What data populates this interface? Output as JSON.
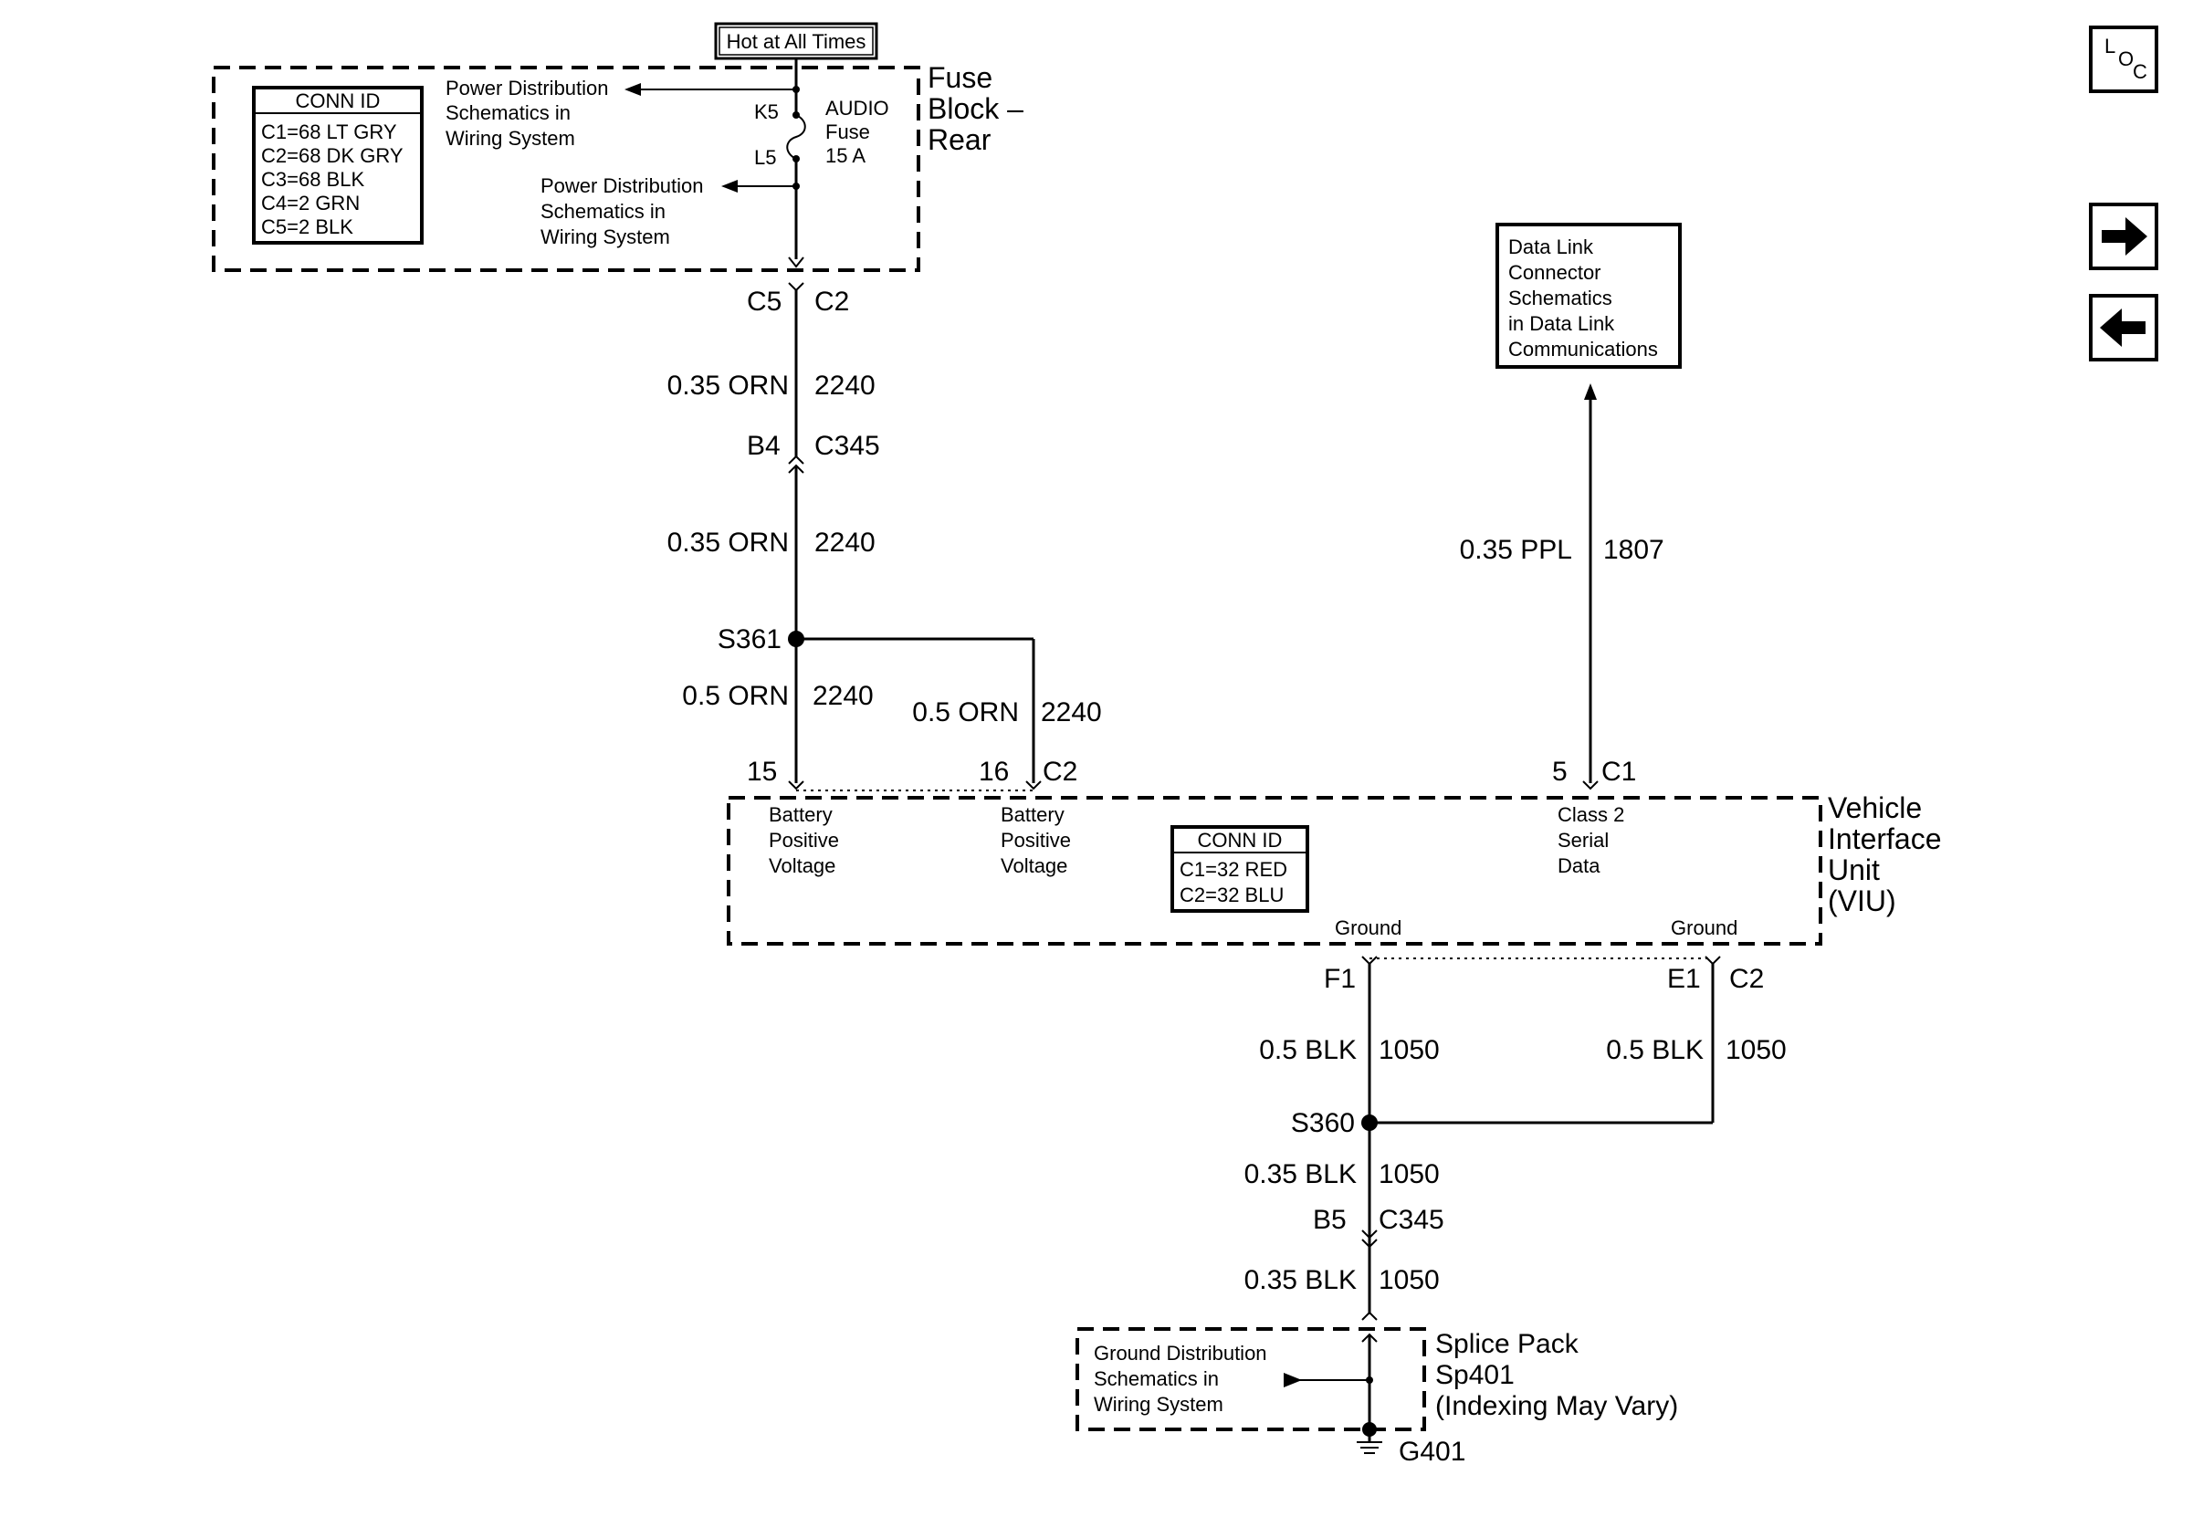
{
  "nav": {
    "loc_l": "L",
    "loc_o": "O",
    "loc_c": "C",
    "forward_icon": "arrow-right-icon",
    "back_icon": "arrow-left-icon"
  },
  "fuse_block": {
    "hot_label": "Hot at All Times",
    "title": [
      "Fuse",
      "Block –",
      "Rear"
    ],
    "conn_title": "CONN ID",
    "conn_items": [
      "C1=68 LT GRY",
      "C2=68 DK GRY",
      "C3=68 BLK",
      "C4=2 GRN",
      "C5=2 BLK"
    ],
    "power_ref_1": [
      "Power Distribution",
      "Schematics in",
      "Wiring System"
    ],
    "power_ref_2": [
      "Power Distribution",
      "Schematics in",
      "Wiring System"
    ],
    "pin_top": "K5",
    "pin_bottom": "L5",
    "fuse_label": [
      "AUDIO",
      "Fuse",
      "15 A"
    ]
  },
  "wires": {
    "c5": "C5",
    "c2": "C2",
    "w1_gauge": "0.35 ORN",
    "w1_circuit": "2240",
    "b4": "B4",
    "c345_top": "C345",
    "w2_gauge": "0.35 ORN",
    "w2_circuit": "2240",
    "s361": "S361",
    "w3_gauge": "0.5 ORN",
    "w3_circuit": "2240",
    "w4_gauge": "0.5 ORN",
    "w4_circuit": "2240",
    "pin15": "15",
    "pin16": "16",
    "c2_viu": "C2",
    "pin5": "5",
    "c1_viu": "C1",
    "w5_gauge": "0.35 PPL",
    "w5_circuit": "1807",
    "f1": "F1",
    "e1": "E1",
    "c2_ground": "C2",
    "w6_gauge": "0.5 BLK",
    "w6_circuit": "1050",
    "w7_gauge": "0.5 BLK",
    "w7_circuit": "1050",
    "s360": "S360",
    "w8_gauge": "0.35 BLK",
    "w8_circuit": "1050",
    "b5": "B5",
    "c345_bottom": "C345",
    "w9_gauge": "0.35 BLK",
    "w9_circuit": "1050"
  },
  "data_link": {
    "lines": [
      "Data Link",
      "Connector",
      "Schematics",
      "in Data Link",
      "Communications"
    ]
  },
  "viu": {
    "title": [
      "Vehicle",
      "Interface",
      "Unit",
      "(VIU)"
    ],
    "pin15_label": [
      "Battery",
      "Positive",
      "Voltage"
    ],
    "pin16_label": [
      "Battery",
      "Positive",
      "Voltage"
    ],
    "pin5_label": [
      "Class 2",
      "Serial",
      "Data"
    ],
    "conn_title": "CONN ID",
    "conn_items": [
      "C1=32 RED",
      "C2=32 BLU"
    ],
    "ground_1": "Ground",
    "ground_2": "Ground"
  },
  "splice": {
    "ref": [
      "Ground Distribution",
      "Schematics in",
      "Wiring System"
    ],
    "title": [
      "Splice Pack",
      "Sp401",
      "(Indexing May Vary)"
    ],
    "ground_id": "G401"
  }
}
